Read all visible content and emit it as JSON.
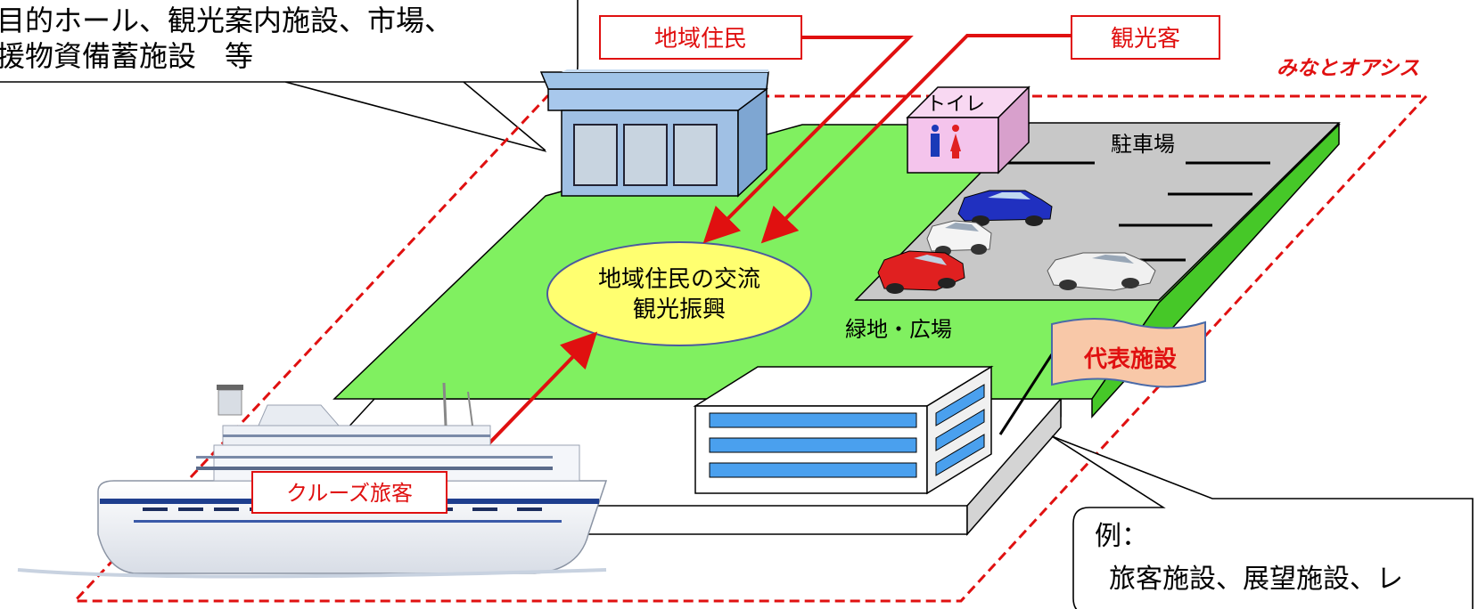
{
  "callout_top": {
    "line1": "目的ホール、観光案内施設、市場、",
    "line2": "援物資備蓄施設　等"
  },
  "callout_bottom": {
    "line1": "例：",
    "line2": "旅客施設、展望施設、レ"
  },
  "labels": {
    "local_residents": "地域住民",
    "tourists": "観光客",
    "cruise_passengers": "クルーズ旅客",
    "minato_oasis": "みなとオアシス",
    "toilet": "トイレ",
    "parking": "駐車場",
    "green_plaza": "緑地・広場",
    "center_line1": "地域住民の交流",
    "center_line2": "観光振興",
    "representative_facility": "代表施設"
  },
  "colors": {
    "red": "#e01010",
    "green": "#80f060",
    "ellipse": "#ffff70",
    "gray_lot": "#c8c8c8",
    "flag": "#f8c8a8",
    "toilet": "#f4c4ec"
  }
}
